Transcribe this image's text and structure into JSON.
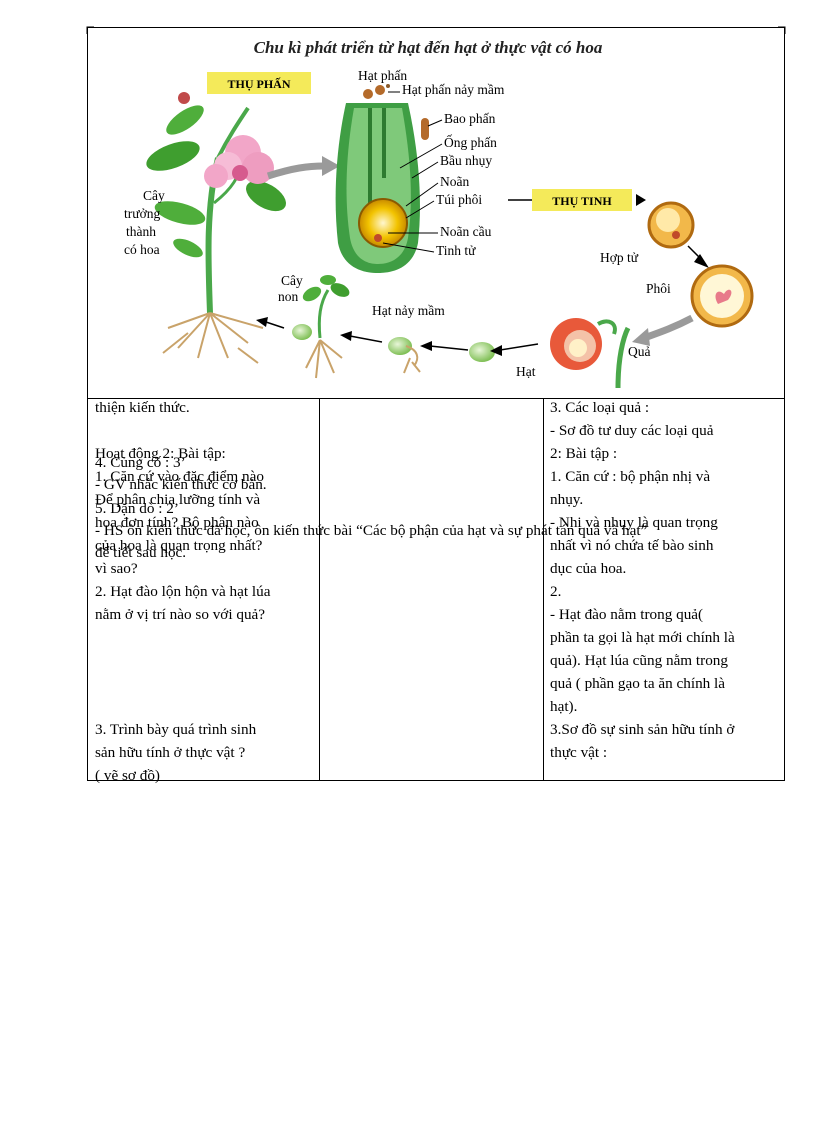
{
  "diagram": {
    "title": "Chu kì phát triển từ hạt đến hạt ở thực vật có hoa",
    "badge_pollination": "THỤ PHẤN",
    "badge_fertilization": "THỤ TINH",
    "plant_label": [
      "Cây",
      "trưởng",
      "thành",
      "có hoa"
    ],
    "labels": {
      "hat_phan": "Hạt phấn",
      "hat_phan_nay_mam": "Hạt phấn nảy mầm",
      "bao_phan": "Bao phấn",
      "ong_phan": "Ống phấn",
      "bau_nhuy": "Bầu nhụy",
      "noan": "Noãn",
      "tui_phoi": "Túi phôi",
      "noan_cau": "Noãn cầu",
      "tinh_tu": "Tinh tử",
      "hop_tu": "Hợp tử",
      "phoi": "Phôi",
      "qua": "Quả",
      "hat": "Hạt",
      "hat_nay_mam": "Hạt nảy mầm",
      "cay_non": [
        "Cây",
        "non"
      ]
    }
  },
  "col1": {
    "l1": "thiện kiến thức.",
    "l2": "Hoạt động 2: Bài tập:",
    "l3": "1. Căn cứ vào đặc điểm nào",
    "l4": "Để phân chia lưỡng tính và",
    "l5": "hoa đơn tính? Bộ phận nào",
    "l6": "của hoa là quan trọng nhất?",
    "l7": "vì sao?",
    "l8": "2. Hạt đào lộn hộn và hạt lúa",
    "l9": "nằm ở vị trí nào so với quả?",
    "l10": "3. Trình bày quá trình sinh",
    "l11": "sản hữu tính ở thực vật ?",
    "l12": "( vẽ sơ đồ)"
  },
  "overlay": {
    "o1": "4. Củng cố : 3’",
    "o2": "- GV nhắc kiến thức cơ bản.",
    "o3": "5. Dặn dò : 2’",
    "o4": "- HS ôn kiến thức đã học, ôn kiến thức bài “Các bộ phận của hạt và sự phát tán quả và hạt”",
    "o5": "để tiết sau học."
  },
  "col3": {
    "l1": "3. Các loại quả :",
    "l2": "- Sơ đồ tư duy các loại quả",
    "l3": "2: Bài tập :",
    "l4": "1. Căn cứ : bộ phận nhị và",
    "l5": "nhụy.",
    "l6": "- Nhị và nhụy là quan trọng",
    "l7": "nhất vì nó chứa tế bào sinh",
    "l8": "dục của hoa.",
    "l9": "2.",
    "l10": "- Hạt đào nằm trong quả(",
    "l11": "phần ta gọi là hạt mới chính là",
    "l12": "quả). Hạt lúa cũng nằm trong",
    "l13": "quả ( phần gạo ta ăn chính là",
    "l14": "hạt).",
    "l15": "3.Sơ đồ sự sinh sản hữu tính ở",
    "l16": "thực vật :"
  }
}
